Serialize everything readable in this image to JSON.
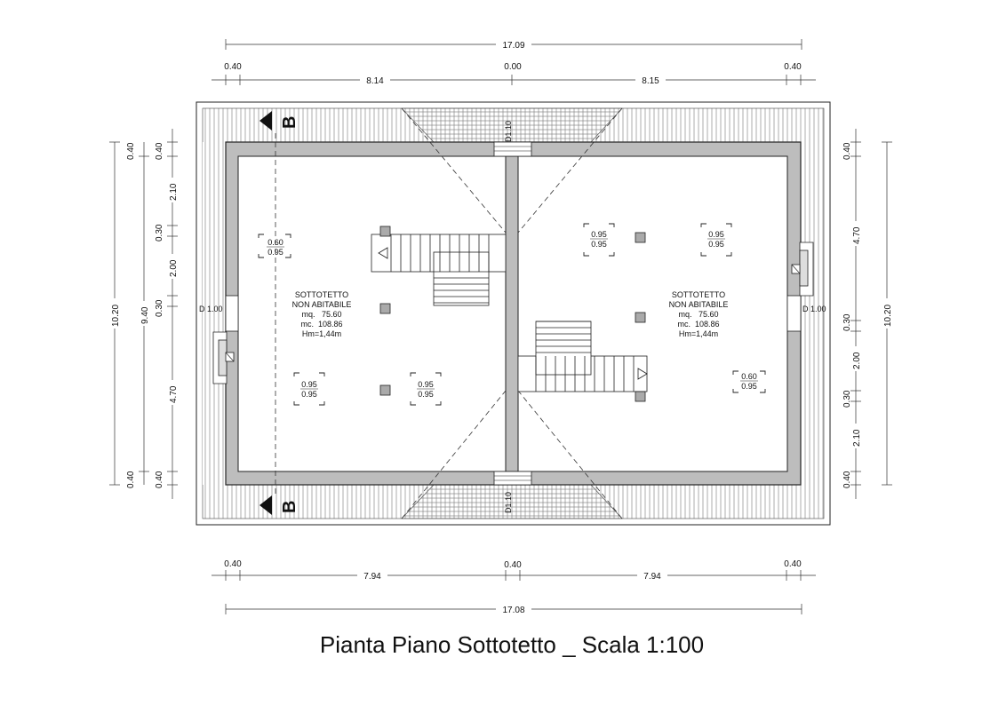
{
  "title": "Pianta Piano Sottotetto _ Scala 1:100",
  "dimensions": {
    "top_total": "17.09",
    "top_left_edge": "0.40",
    "top_left_span": "8.14",
    "top_middle": "0.00",
    "top_right_span": "8.15",
    "top_right_edge": "0.40",
    "bottom_left_edge": "0.40",
    "bottom_left_span": "7.94",
    "bottom_middle": "0.40",
    "bottom_right_span": "7.94",
    "bottom_right_edge": "0.40",
    "bottom_total": "17.08",
    "left_outer_total": "10.20",
    "left_inner_total": "9.40",
    "left_top_a": "0.40",
    "left_top_b": "0.40",
    "left_bottom_a": "0.40",
    "left_bottom_b": "0.40",
    "left_2_10": "2.10",
    "left_0_30_a": "0.30",
    "left_2_00": "2.00",
    "left_0_30_b": "0.30",
    "left_4_70": "4.70",
    "right_total": "10.20",
    "right_top": "0.40",
    "right_4_70": "4.70",
    "right_0_30_a": "0.30",
    "right_2_00": "2.00",
    "right_0_30_b": "0.30",
    "right_2_10": "2.10",
    "right_bottom": "0.40"
  },
  "rooms": {
    "left": {
      "name1": "SOTTOTETTO",
      "name2": "NON ABITABILE",
      "area": "mq.   75.60",
      "volume": "mc.  108.86",
      "height": "Hm=1,44m"
    },
    "right": {
      "name1": "SOTTOTETTO",
      "name2": "NON ABITABILE",
      "area": "mq.   75.60",
      "volume": "mc.  108.86",
      "height": "Hm=1,44m"
    }
  },
  "windows": {
    "left_top": {
      "w": "0.60",
      "h": "0.95"
    },
    "left_low_1": {
      "w": "0.95",
      "h": "0.95"
    },
    "left_low_2": {
      "w": "0.95",
      "h": "0.95"
    },
    "right_top_1": {
      "w": "0.95",
      "h": "0.95"
    },
    "right_top_2": {
      "w": "0.95",
      "h": "0.95"
    },
    "right_low": {
      "w": "0.60",
      "h": "0.95"
    }
  },
  "doors": {
    "left": "D 1.00",
    "right": "D 1.00",
    "top": "D1.10",
    "bottom": "D1.10"
  },
  "section_marker": {
    "top": "B",
    "bottom": "B"
  }
}
